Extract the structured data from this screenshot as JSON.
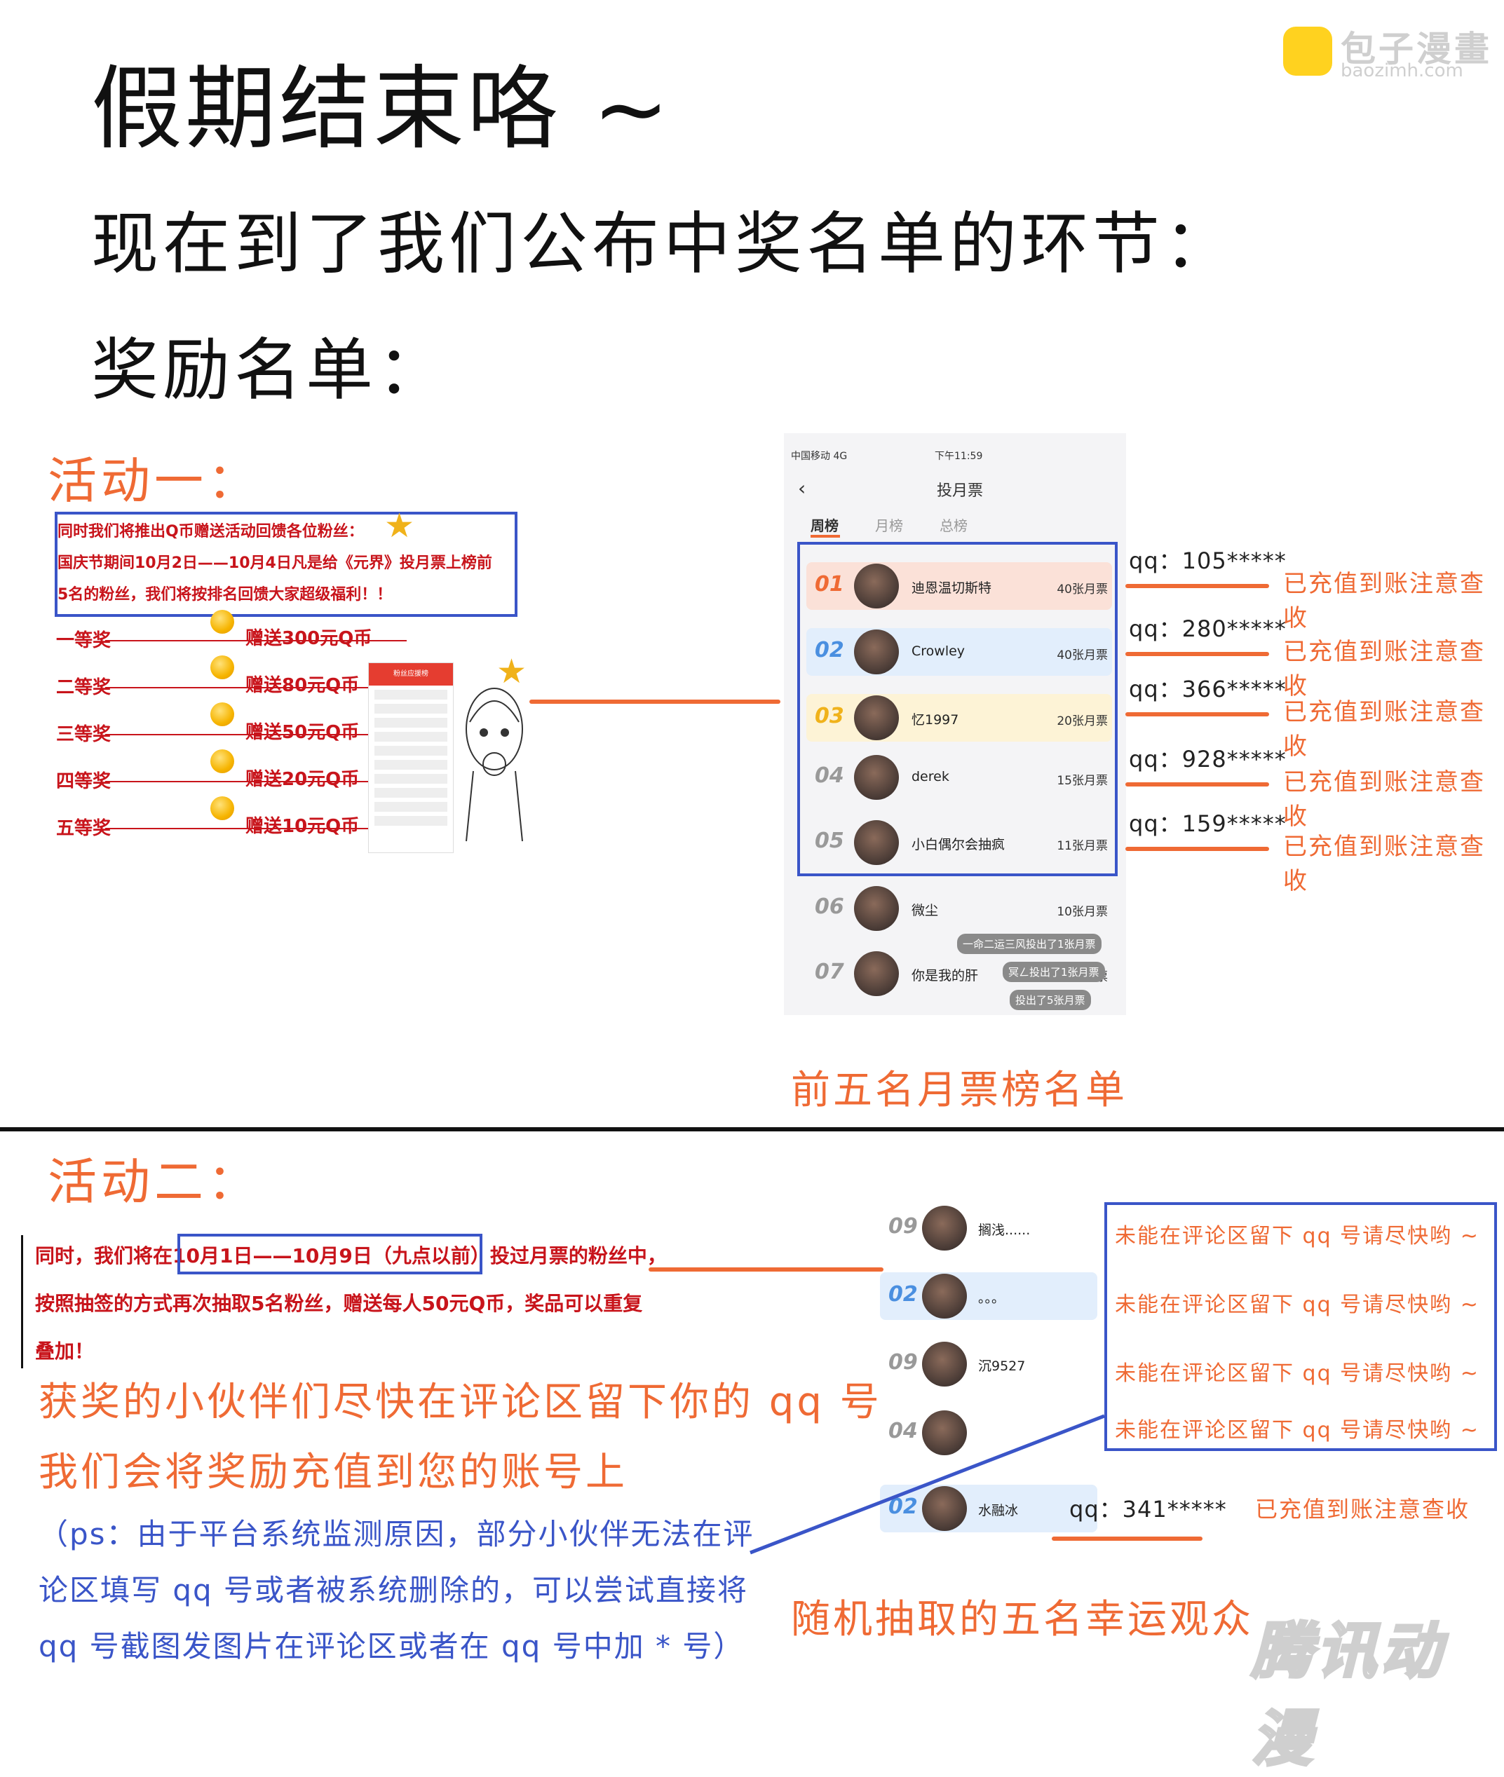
{
  "logo": {
    "name": "包子漫畫",
    "site": "baozimh.com"
  },
  "heading": {
    "line1": "假期结束咯 ~",
    "line2": "现在到了我们公布中奖名单的环节：",
    "line3": "奖励名单："
  },
  "activity1": {
    "title": "活动一：",
    "intro_lines": [
      "同时我们将推出Q币赠送活动回馈各位粉丝：",
      "国庆节期间10月2日——10月4日凡是给《元界》投月票上榜前",
      "5名的粉丝，我们将按排名回馈大家超级福利！！"
    ],
    "prizes": [
      {
        "rank": "一等奖",
        "gift": "赠送300元Q币"
      },
      {
        "rank": "二等奖",
        "gift": "赠送80元Q币"
      },
      {
        "rank": "三等奖",
        "gift": "赠送50元Q币"
      },
      {
        "rank": "四等奖",
        "gift": "赠送20元Q币"
      },
      {
        "rank": "五等奖",
        "gift": "赠送10元Q币"
      }
    ],
    "mini_title": "粉丝应援榜"
  },
  "phone": {
    "carrier": "中国移动 4G",
    "time": "下午11:59",
    "title": "投月票",
    "tabs": [
      "周榜",
      "月榜",
      "总榜"
    ],
    "ranks": [
      {
        "num": "01",
        "name": "迪恩温切斯特",
        "tickets": "40张月票",
        "bg": "#fbe1d8",
        "color": "#ef6a34"
      },
      {
        "num": "02",
        "name": "Crowley",
        "tickets": "40张月票",
        "bg": "#e2eefc",
        "color": "#4a8fe0"
      },
      {
        "num": "03",
        "name": "忆1997",
        "tickets": "20张月票",
        "bg": "#fdf3d6",
        "color": "#f0b21a"
      },
      {
        "num": "04",
        "name": "derek",
        "tickets": "15张月票",
        "bg": "#f4f4f6",
        "color": "#999999"
      },
      {
        "num": "05",
        "name": "小白偶尔会抽疯",
        "tickets": "11张月票",
        "bg": "#f4f4f6",
        "color": "#999999"
      },
      {
        "num": "06",
        "name": "微尘",
        "tickets": "10张月票",
        "bg": "#f4f4f6",
        "color": "#999999"
      },
      {
        "num": "07",
        "name": "你是我的肝",
        "tickets": "7张月票",
        "bg": "#f4f4f6",
        "color": "#999999"
      }
    ],
    "toasts": [
      "一命二运三风投出了1张月票",
      "冥ㄥ投出了1张月票",
      "投出了5张月票"
    ]
  },
  "winners1": [
    {
      "qq": "qq：105*****",
      "note": "已充值到账注意查收"
    },
    {
      "qq": "qq：280*****",
      "note": "已充值到账注意查收"
    },
    {
      "qq": "qq：366*****",
      "note": "已充值到账注意查收"
    },
    {
      "qq": "qq：928*****",
      "note": "已充值到账注意查收"
    },
    {
      "qq": "qq：159*****",
      "note": "已充值到账注意查收"
    }
  ],
  "caption1": "前五名月票榜名单",
  "activity2": {
    "title": "活动二：",
    "red_lines": [
      "同时，我们将在10月1日——10月9日（九点以前）投过月票的粉丝中，",
      "按照抽签的方式再次抽取5名粉丝，赠送每人50元Q币，奖品可以重复",
      "叠加！"
    ],
    "orange_lines": [
      "获奖的小伙伴们尽快在评论区留下你的 qq 号",
      "我们会将奖励充值到您的账号上"
    ],
    "ps_lines": [
      "（ps：由于平台系统监测原因，部分小伙伴无法在评",
      "论区填写 qq 号或者被系统删除的，可以尝试直接将",
      "qq 号截图发图片在评论区或者在 qq 号中加 * 号）"
    ]
  },
  "lottery": {
    "rows": [
      {
        "num": "09",
        "name": "搁浅......",
        "bg": "#ffffff",
        "color": "#999999"
      },
      {
        "num": "02",
        "name": "。。。",
        "bg": "#e2eefc",
        "color": "#4a8fe0"
      },
      {
        "num": "09",
        "name": "沉9527",
        "bg": "#ffffff",
        "color": "#999999"
      },
      {
        "num": "04",
        "name": "",
        "bg": "#ffffff",
        "color": "#999999"
      },
      {
        "num": "02",
        "name": "水融冰",
        "bg": "#e2eefc",
        "color": "#4a8fe0"
      }
    ],
    "pending_note": "未能在评论区留下 qq 号请尽快哟 ~",
    "winner_qq": "qq：341*****",
    "winner_note": "已充值到账注意查收"
  },
  "caption2": "随机抽取的五名幸运观众",
  "watermark": "腾讯动漫"
}
